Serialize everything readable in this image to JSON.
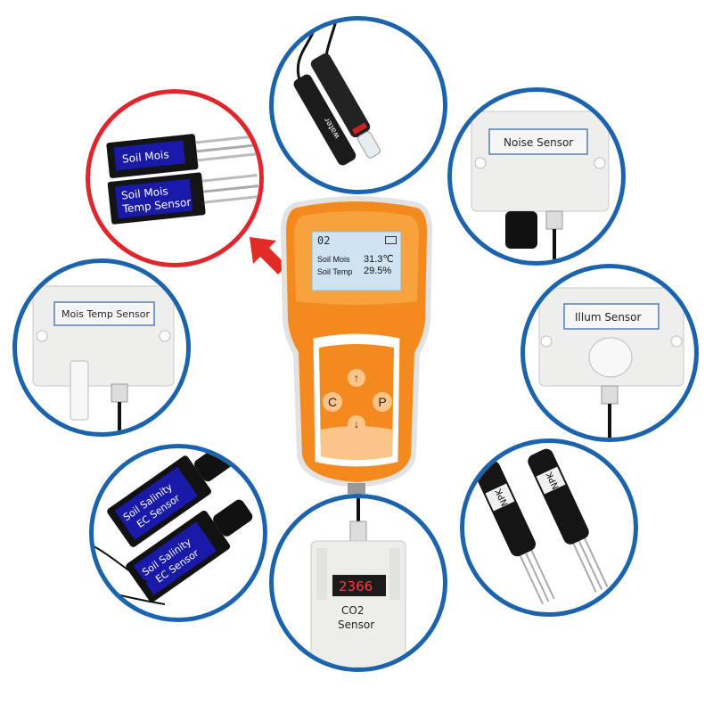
{
  "colors": {
    "ring_blue": "#1b64ad",
    "ring_red": "#e0262b",
    "device_orange": "#f58a1f",
    "screen_blue": "#cfe3f3",
    "arrow_red": "#e22b26",
    "probe_label_blue": "#1a1aa8",
    "led_red": "#ff3b3b"
  },
  "device": {
    "screen": {
      "channel": "02",
      "battery_icon": "battery-icon",
      "row1_label": "Soil Mois",
      "row1_value": "31.3℃",
      "row2_label": "Soil Temp",
      "row2_value": "29.5%"
    },
    "keys": {
      "left": "C",
      "right": "P",
      "up_icon": "arrow-up-icon",
      "down_icon": "arrow-down-icon"
    }
  },
  "sensors": {
    "soil_probe": {
      "label_1": "Soil Mois",
      "label_2a": "Soil Mois",
      "label_2b": "Temp Sensor"
    },
    "water_probe": {
      "label": "water"
    },
    "noise": {
      "label": "Noise Sensor"
    },
    "illum": {
      "label": "Illum  Sensor"
    },
    "npk": {
      "label_1": "NPK",
      "label_2": "NPK"
    },
    "co2": {
      "display": "2366",
      "label_1": "CO2",
      "label_2": "Sensor"
    },
    "salinity": {
      "label_1a": "Soil Salinity",
      "label_1b": "EC Sensor",
      "label_2a": "Soil Salinity",
      "label_2b": "EC Sensor"
    },
    "mois_temp": {
      "label": "Mois Temp Sensor"
    }
  }
}
